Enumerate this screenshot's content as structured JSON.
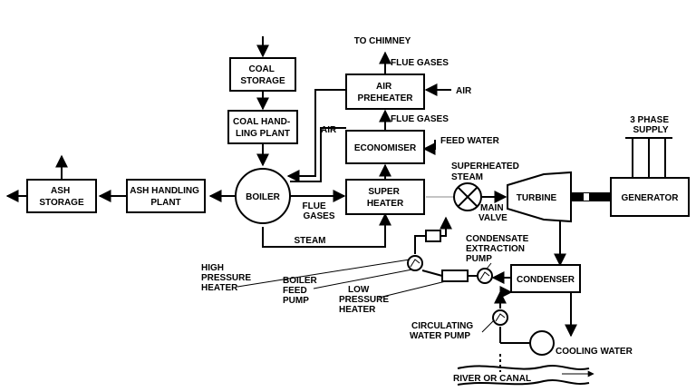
{
  "blocks": {
    "coal_storage": [
      "COAL",
      "STORAGE"
    ],
    "coal_handling": [
      "COAL HAND-",
      "LING PLANT"
    ],
    "air_preheater": [
      "AIR",
      "PREHEATER"
    ],
    "economiser": [
      "ECONOMISER"
    ],
    "super_heater": [
      "SUPER",
      "HEATER"
    ],
    "boiler": [
      "BOILER"
    ],
    "ash_handling": [
      "ASH HANDLING",
      "PLANT"
    ],
    "ash_storage": [
      "ASH",
      "STORAGE"
    ],
    "turbine": [
      "TURBINE"
    ],
    "generator": [
      "GENERATOR"
    ],
    "condenser": [
      "CONDENSER"
    ]
  },
  "labels": {
    "to_chimney": [
      "TO CHIMNEY"
    ],
    "flue_gases_top": [
      "FLUE GASES"
    ],
    "air_in": [
      "AIR"
    ],
    "flue_gases_mid": [
      "FLUE GASES"
    ],
    "air_boiler": [
      "AIR"
    ],
    "feed_water": [
      "FEED WATER"
    ],
    "superheated_steam": [
      "SUPERHEATED",
      "STEAM"
    ],
    "flue_gases_boiler": [
      "FLUE",
      "GASES"
    ],
    "steam": [
      "STEAM"
    ],
    "main_valve": [
      "MAIN",
      "VALVE"
    ],
    "three_phase": [
      "3 PHASE",
      "SUPPLY"
    ],
    "condensate_pump": [
      "CONDENSATE",
      "EXTRACTION",
      "PUMP"
    ],
    "hp_heater": [
      "HIGH",
      "PRESSURE",
      "HEATER"
    ],
    "boiler_feed_pump": [
      "BOILER",
      "FEED",
      "PUMP"
    ],
    "lp_heater": [
      "LOW",
      "PRESSURE",
      "HEATER"
    ],
    "circulating_pump": [
      "CIRCULATING",
      "WATER PUMP"
    ],
    "cooling_water": [
      "COOLING WATER"
    ],
    "river": [
      "RIVER OR CANAL"
    ]
  }
}
